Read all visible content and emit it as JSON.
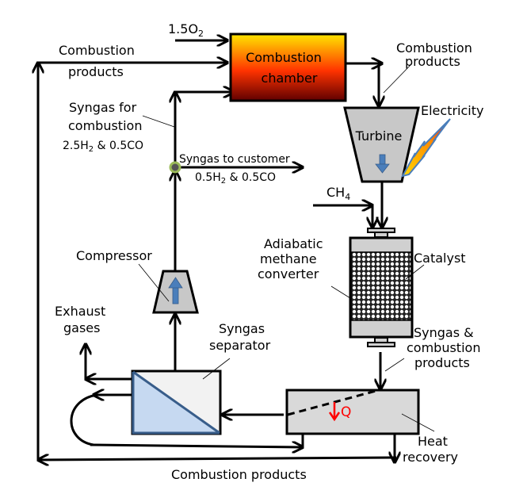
{
  "inputs": {
    "oxygen": "1.5O",
    "oxygen_sub": "2",
    "methane": "CH",
    "methane_sub": "4"
  },
  "units": {
    "combustion_chamber": [
      "Combustion",
      "chamber"
    ],
    "turbine": "Turbine",
    "compressor": "Compressor",
    "syngas_separator": [
      "Syngas",
      "separator"
    ],
    "methane_converter": [
      "Adiabatic",
      "methane",
      "converter"
    ],
    "catalyst": "Catalyst",
    "heat_recovery": [
      "Heat",
      "recovery"
    ],
    "heat_symbol": "Q"
  },
  "streams": {
    "combustion_products_top": [
      "Combustion",
      "products"
    ],
    "combustion_products_right": [
      "Combustion",
      "products"
    ],
    "combustion_products_bottom": "Combustion products",
    "syngas_for_combustion": [
      "Syngas for",
      "combustion"
    ],
    "syngas_for_combustion_comp": {
      "a": "2.5H",
      "a_sub": "2",
      "b": " & 0.5CO"
    },
    "syngas_to_customer": "Syngas to customer",
    "syngas_to_customer_comp": {
      "a": "0.5H",
      "a_sub": "2",
      "b": " & 0.5CO"
    },
    "electricity": "Electricity",
    "exhaust_gases": [
      "Exhaust",
      "gases"
    ],
    "syngas_and_combustion_products": [
      "Syngas &",
      "combustion",
      "products"
    ]
  },
  "colors": {
    "chamber_top": "#ffe600",
    "chamber_mid": "#ff2a00",
    "chamber_bottom": "#5a0000",
    "equipment_gray": "#c8c8c8",
    "flow_arrow_blue": "#4a7ebb",
    "separator_blue": "#c6d9f1",
    "separator_border": "#385d8a",
    "splitter_green": "#9bbb59",
    "heat_red": "#ff0000"
  }
}
